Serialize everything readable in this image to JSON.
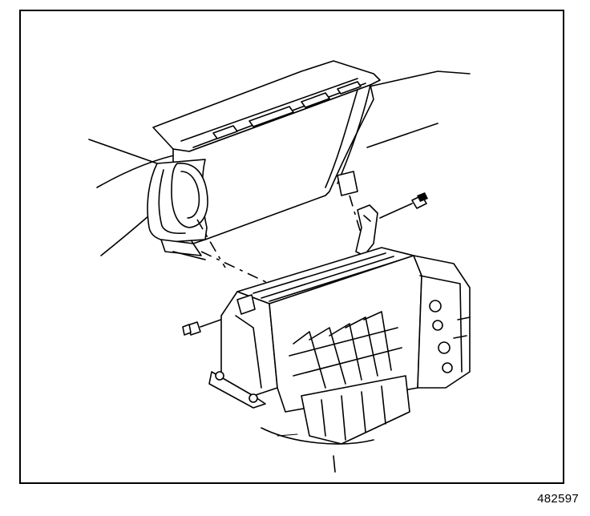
{
  "figure": {
    "id_label": "482597",
    "parts": [
      "upper-air-duct",
      "lower-heater-case",
      "heater-core-pipes",
      "right-mounting-bolt",
      "left-mounting-bolt"
    ]
  }
}
